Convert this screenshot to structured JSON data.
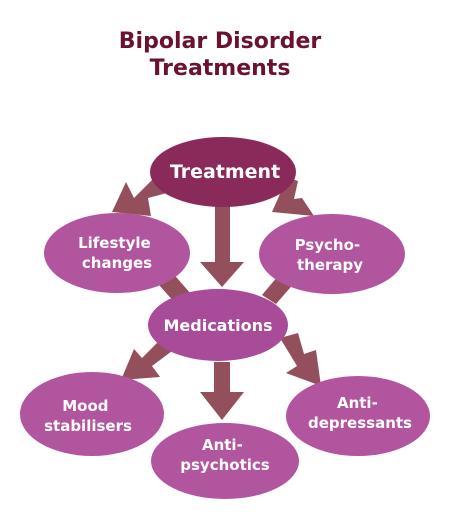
{
  "title": {
    "line1": "Bipolar Disorder",
    "line2": "Treatments"
  },
  "nodes": {
    "treatment": {
      "lines": [
        "Treatment"
      ]
    },
    "lifestyle": {
      "lines": [
        "Lifestyle",
        "changes"
      ]
    },
    "psychotherapy": {
      "lines": [
        "Psycho-",
        "therapy"
      ]
    },
    "medications": {
      "lines": [
        "Medications"
      ]
    },
    "mood": {
      "lines": [
        "Mood",
        "stabilisers"
      ]
    },
    "antipsychotics": {
      "lines": [
        "Anti-",
        "psychotics"
      ]
    },
    "antidepressants": {
      "lines": [
        "Anti-",
        "depressants"
      ]
    }
  },
  "colors": {
    "title": "#6b1230",
    "treatment_fill": "#8a2a5a",
    "node_fill": "#b2559f",
    "medications_fill": "#a84b98",
    "arrow": "#93505c",
    "label": "#ffffff"
  }
}
